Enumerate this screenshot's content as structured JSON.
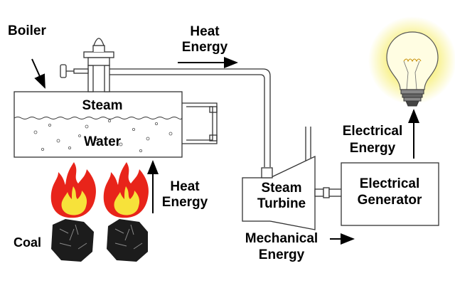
{
  "labels": {
    "boiler": "Boiler",
    "steam": "Steam",
    "water": "Water",
    "coal": "Coal",
    "heat_energy_top_1": "Heat",
    "heat_energy_top_2": "Energy",
    "heat_energy_mid_1": "Heat",
    "heat_energy_mid_2": "Energy",
    "steam_turbine_1": "Steam",
    "steam_turbine_2": "Turbine",
    "mechanical_energy_1": "Mechanical",
    "mechanical_energy_2": "Energy",
    "electrical_generator_1": "Electrical",
    "electrical_generator_2": "Generator",
    "electrical_energy_1": "Electrical",
    "electrical_energy_2": "Energy"
  },
  "colors": {
    "outline": "#333333",
    "flame_outer": "#e8241a",
    "flame_inner": "#f7e23a",
    "coal": "#1c1c1c",
    "bulb_glow": "#f7ef7a",
    "bulb_base": "#555555"
  },
  "icons": [
    "flame-icon",
    "coal-icon",
    "light-bulb-icon",
    "valve-icon"
  ]
}
